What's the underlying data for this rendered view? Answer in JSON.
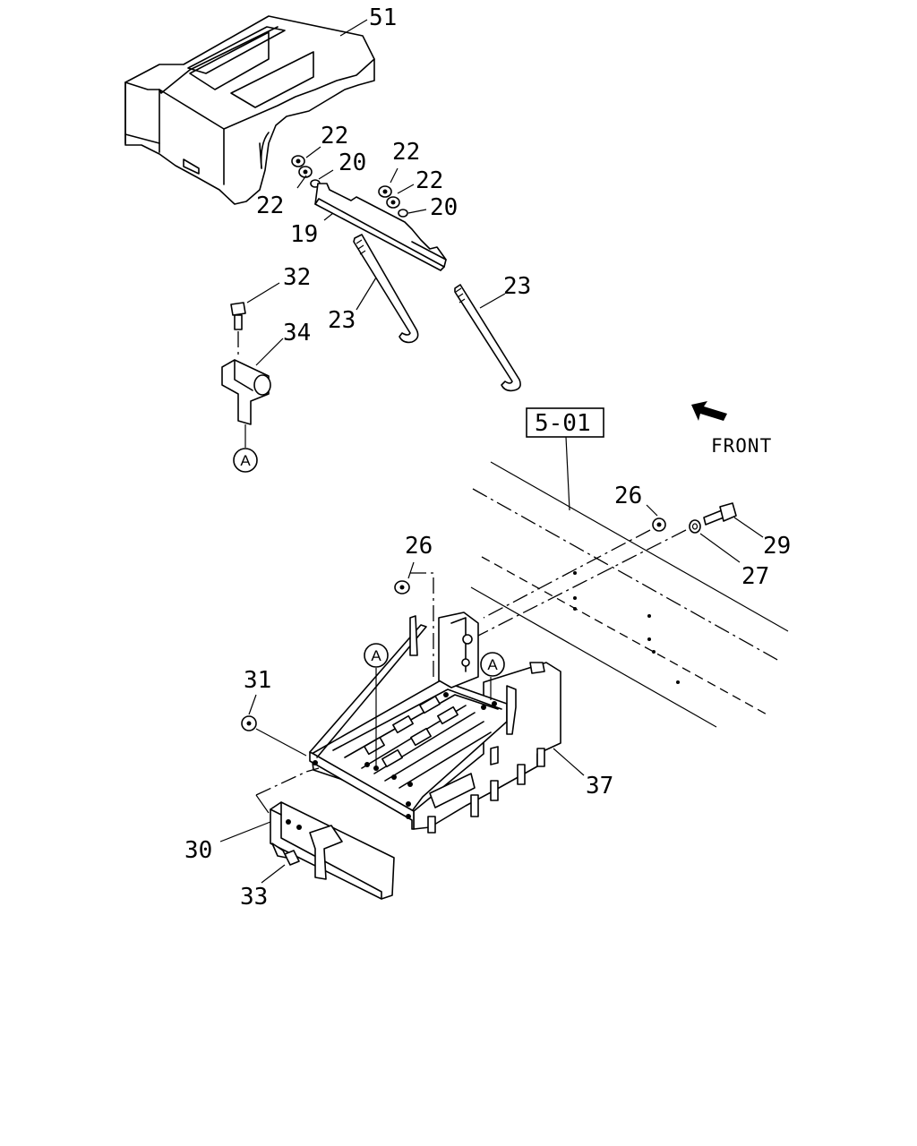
{
  "callouts": {
    "c51": "51",
    "c22a": "22",
    "c20a": "20",
    "c22b": "22",
    "c19": "19",
    "c22c": "22",
    "c22d": "22",
    "c20b": "20",
    "c23a": "23",
    "c23b": "23",
    "c32": "32",
    "c34": "34",
    "c26a": "26",
    "c29": "29",
    "c27": "27",
    "c26b": "26",
    "c31": "31",
    "c37": "37",
    "c30": "30",
    "c33": "33"
  },
  "reference_box": "5-01",
  "front_label": "FRONT",
  "circle_markers": {
    "a1": "A",
    "a2": "A",
    "a3": "A"
  },
  "icons": {
    "direction_arrow": "front-direction-arrow-icon"
  }
}
